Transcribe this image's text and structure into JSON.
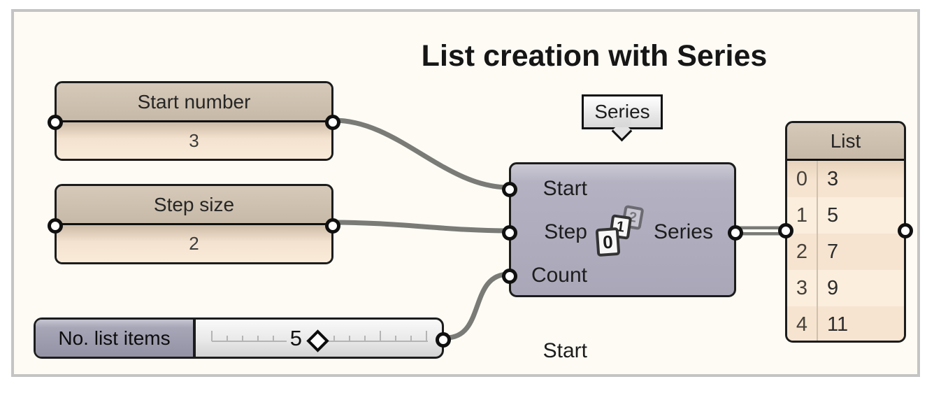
{
  "title": "List creation with Series",
  "panels": [
    {
      "label": "Start number",
      "value": "3"
    },
    {
      "label": "Step size",
      "value": "2"
    }
  ],
  "slider": {
    "label": "No. list items",
    "value": "5"
  },
  "series": {
    "tooltip": "Series",
    "inputs": [
      {
        "label": "Start"
      },
      {
        "label": "Step"
      },
      {
        "label": "Count"
      }
    ],
    "output_label": "Series",
    "icon_digits": [
      "0",
      "1",
      "2"
    ]
  },
  "list": {
    "header": "List",
    "rows": [
      {
        "index": "0",
        "value": "3"
      },
      {
        "index": "1",
        "value": "5"
      },
      {
        "index": "2",
        "value": "7"
      },
      {
        "index": "3",
        "value": "9"
      },
      {
        "index": "4",
        "value": "11"
      }
    ]
  },
  "colors": {
    "wire": "#7a7a77",
    "canvas": "#fdfbf4",
    "frame_border": "#c4c4c4",
    "panel_header": "#c9bcab",
    "panel_body": "#f8e9d7",
    "component_body": "#aeacbc",
    "slider_label_bg": "#a3a2b3",
    "outline": "#1c1c1c"
  }
}
